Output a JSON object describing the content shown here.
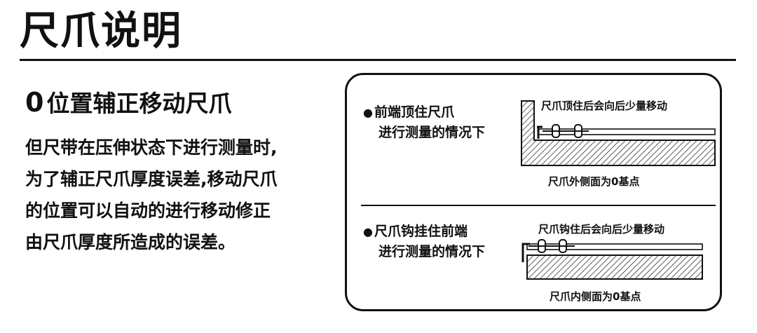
{
  "header": {
    "title": "尺爪说明"
  },
  "section": {
    "zero": "0",
    "heading": "位置辅正移动尺爪",
    "body_lines": [
      "但尺带在压伸状态下进行测量时,",
      "为了辅正尺爪厚度误差,移动尺爪",
      "的位置可以自动的进行移动修正",
      "由尺爪厚度所造成的误差。"
    ]
  },
  "diagram_panel": {
    "case1": {
      "bullet": "●",
      "line1": "前端顶住尺爪",
      "line2": "进行测量的情况下",
      "move_note": "尺爪顶住后会向后少量移动",
      "base_note": "尺爪外侧面为0基点"
    },
    "case2": {
      "bullet": "●",
      "line1": "尺爪钩挂住前端",
      "line2": "进行测量的情况下",
      "move_note": "尺爪钩住后会向后少量移动",
      "base_note": "尺爪内侧面为0基点"
    }
  }
}
